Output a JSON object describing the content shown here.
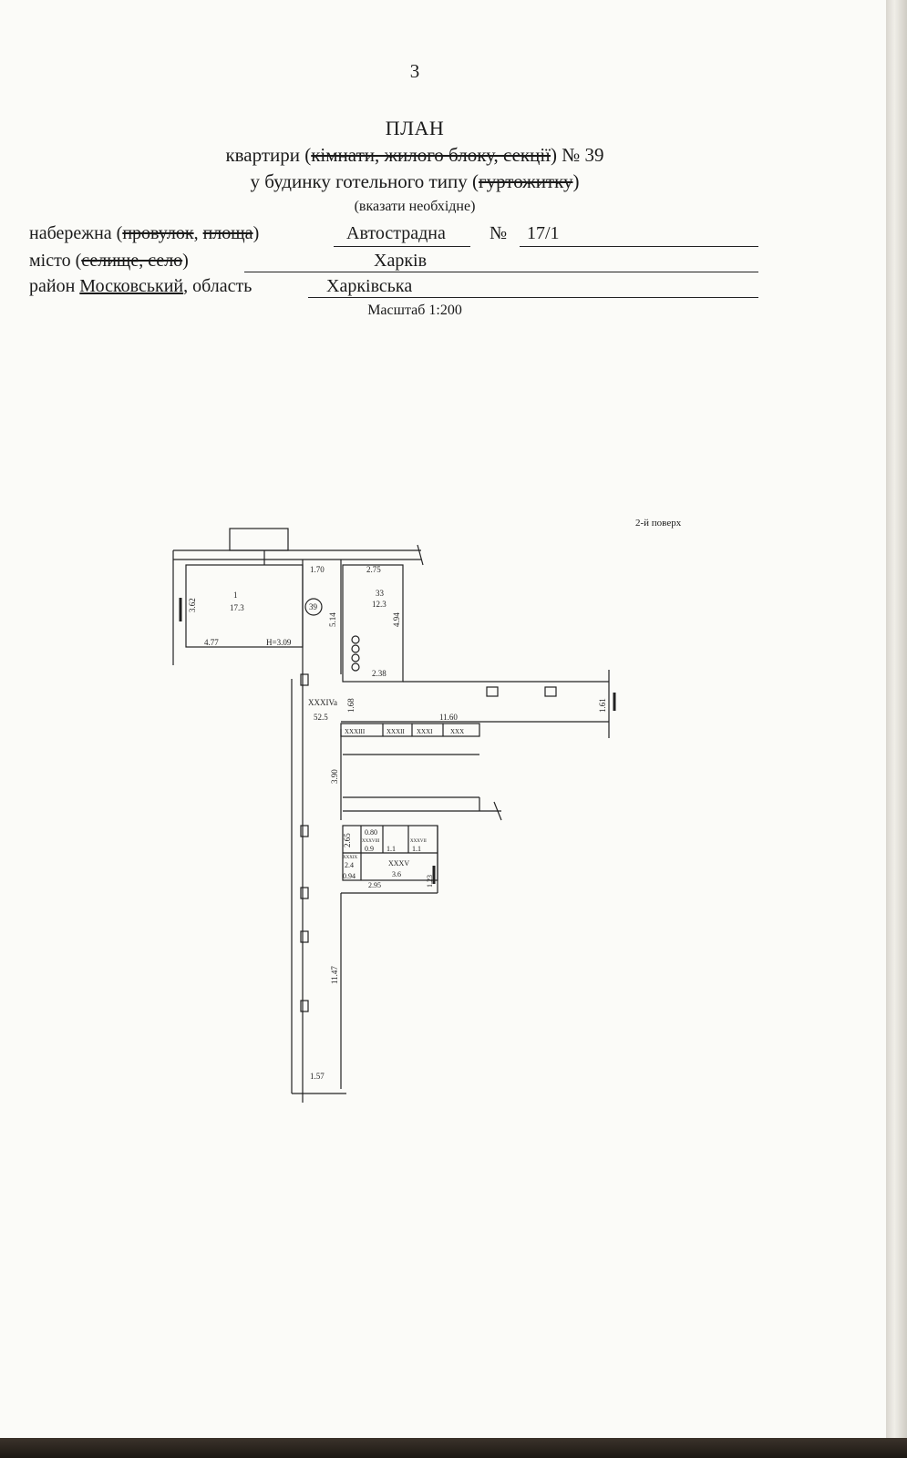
{
  "page_number": "3",
  "title": "ПЛАН",
  "line2": {
    "before": "квартири (",
    "struck": "кімнати, жилого блоку, секції",
    "after": ") № 39"
  },
  "line3": {
    "before": "у будинку готельного  типу (",
    "struck": "гуртожитку",
    "after": ")"
  },
  "line4": "(вказати необхідне)",
  "street_row": {
    "prefix": "набережна (",
    "struck1": "провулок",
    "sep": ", ",
    "struck2": "площа",
    "suffix": ")",
    "street_value": "Автострадна",
    "number_label": "№",
    "number_value": "17/1"
  },
  "city_row": {
    "prefix": "місто (",
    "struck": "селище, село",
    "suffix": ")",
    "value": "Харків"
  },
  "district_row": {
    "prefix": "район ",
    "district": "Московський",
    "middle": ", область",
    "region": "Харківська"
  },
  "scale": "Масштаб 1:200",
  "floor_label": "2-й поверх",
  "plan_labels": {
    "room1_number": "1",
    "room1_area": "17.3",
    "dim_362": "3.62",
    "dim_477": "4.77",
    "height": "H=3.09",
    "dim_170": "1.70",
    "apartment_marker": "39",
    "dim_275": "2.75",
    "room33_number": "33",
    "room33_area": "12.3",
    "dim_514": "5.14",
    "dim_494": "4.94",
    "dim_238": "2.38",
    "corridor_number": "XXXIVa",
    "corridor_area": "52.5",
    "dim_168": "1.68",
    "dim_1160": "11.60",
    "dim_161": "1.61",
    "r_xxxiii": "XXXIII",
    "r_xxxii": "XXXII",
    "r_xxxi": "XXXI",
    "r_xxx": "XXX",
    "dim_390": "3.90",
    "dim_265": "2.65",
    "dim_080": "0.80",
    "r_xxxix": "XXXIX",
    "r_xxxviii": "XXXVIII",
    "r_xxxvii": "XXXVII",
    "dim_09": "0.9",
    "dim_11a": "1.1",
    "dim_11b": "1.1",
    "dim_24": "2.4",
    "dim_094": "0.94",
    "r_xxxv": "XXXV",
    "r_xxxv_area": "3.6",
    "dim_295": "2.95",
    "dim_123": "1.23",
    "dim_1147": "11.47",
    "dim_157": "1.57"
  }
}
